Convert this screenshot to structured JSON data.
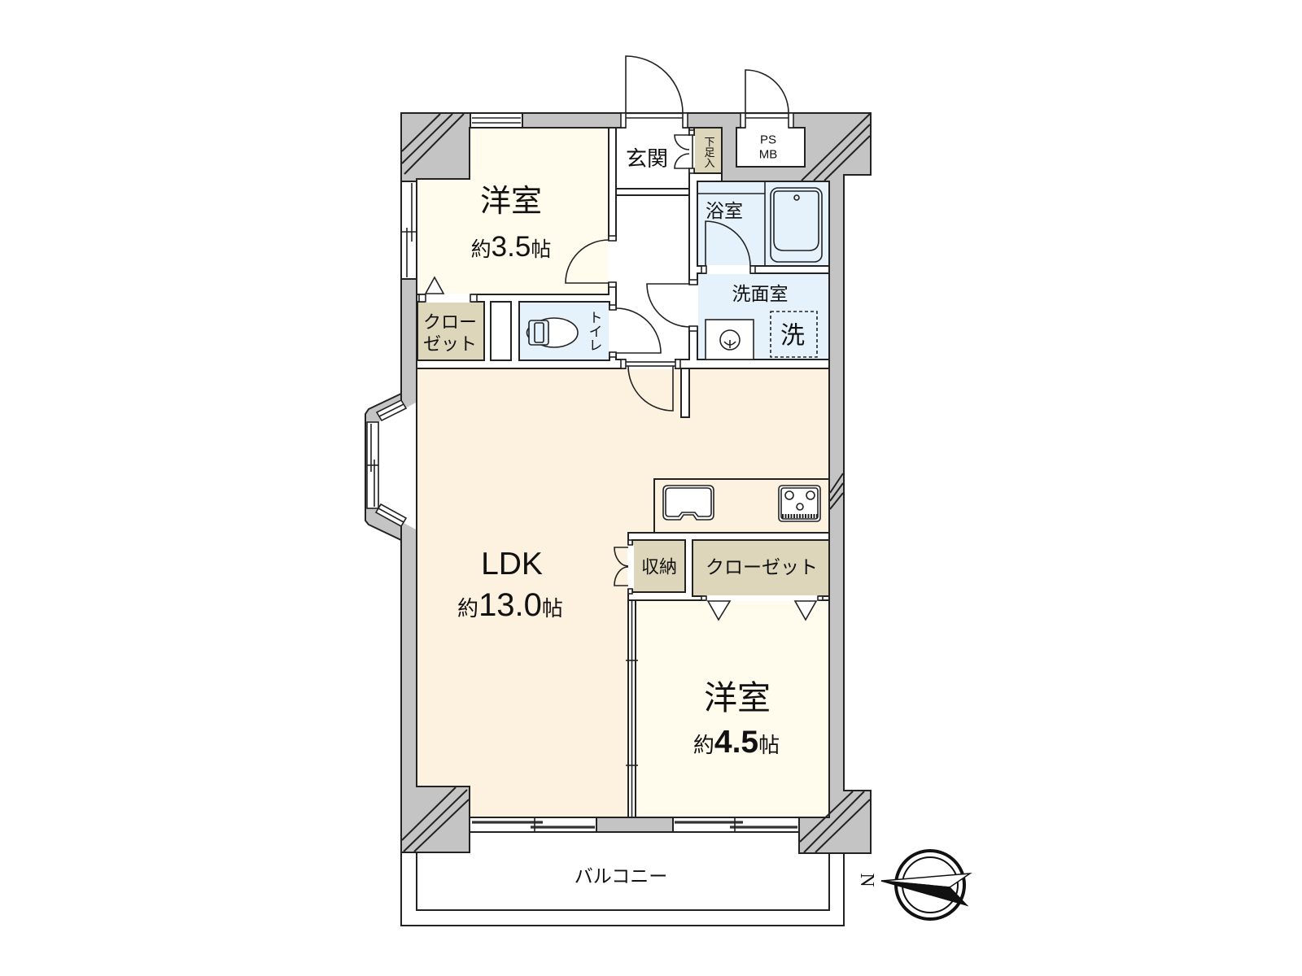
{
  "floor_plan": {
    "rooms": {
      "western_room_north": {
        "name": "洋室",
        "area": {
          "prefix": "約",
          "value": "3.5",
          "unit": "帖"
        }
      },
      "ldk": {
        "name": "LDK",
        "area": {
          "prefix": "約",
          "value": "13.0",
          "unit": "帖"
        }
      },
      "western_room_south": {
        "name": "洋室",
        "area": {
          "prefix": "約",
          "value": "4.5",
          "unit": "帖"
        }
      }
    },
    "spaces": {
      "entrance": "玄関",
      "shoe_cabinet": "下足入",
      "pipe_space": [
        "PS",
        "MB"
      ],
      "bathroom": "浴室",
      "washroom": "洗面室",
      "washer_space": "洗",
      "closet_north": [
        "クロー",
        "ゼット"
      ],
      "toilet": "トイレ",
      "storage": "収納",
      "closet_south": "クローゼット",
      "balcony": "バルコニー"
    },
    "compass": {
      "north_label": "N",
      "direction": "left"
    }
  },
  "colors": {
    "wall": "#c4c4c4",
    "line": "#222222",
    "western_room": "#fffcee",
    "ldk": "#fdf1e0",
    "closet": "#ddd6bb",
    "wet_area": "#e6f2fb",
    "floor": "#ffffff"
  }
}
